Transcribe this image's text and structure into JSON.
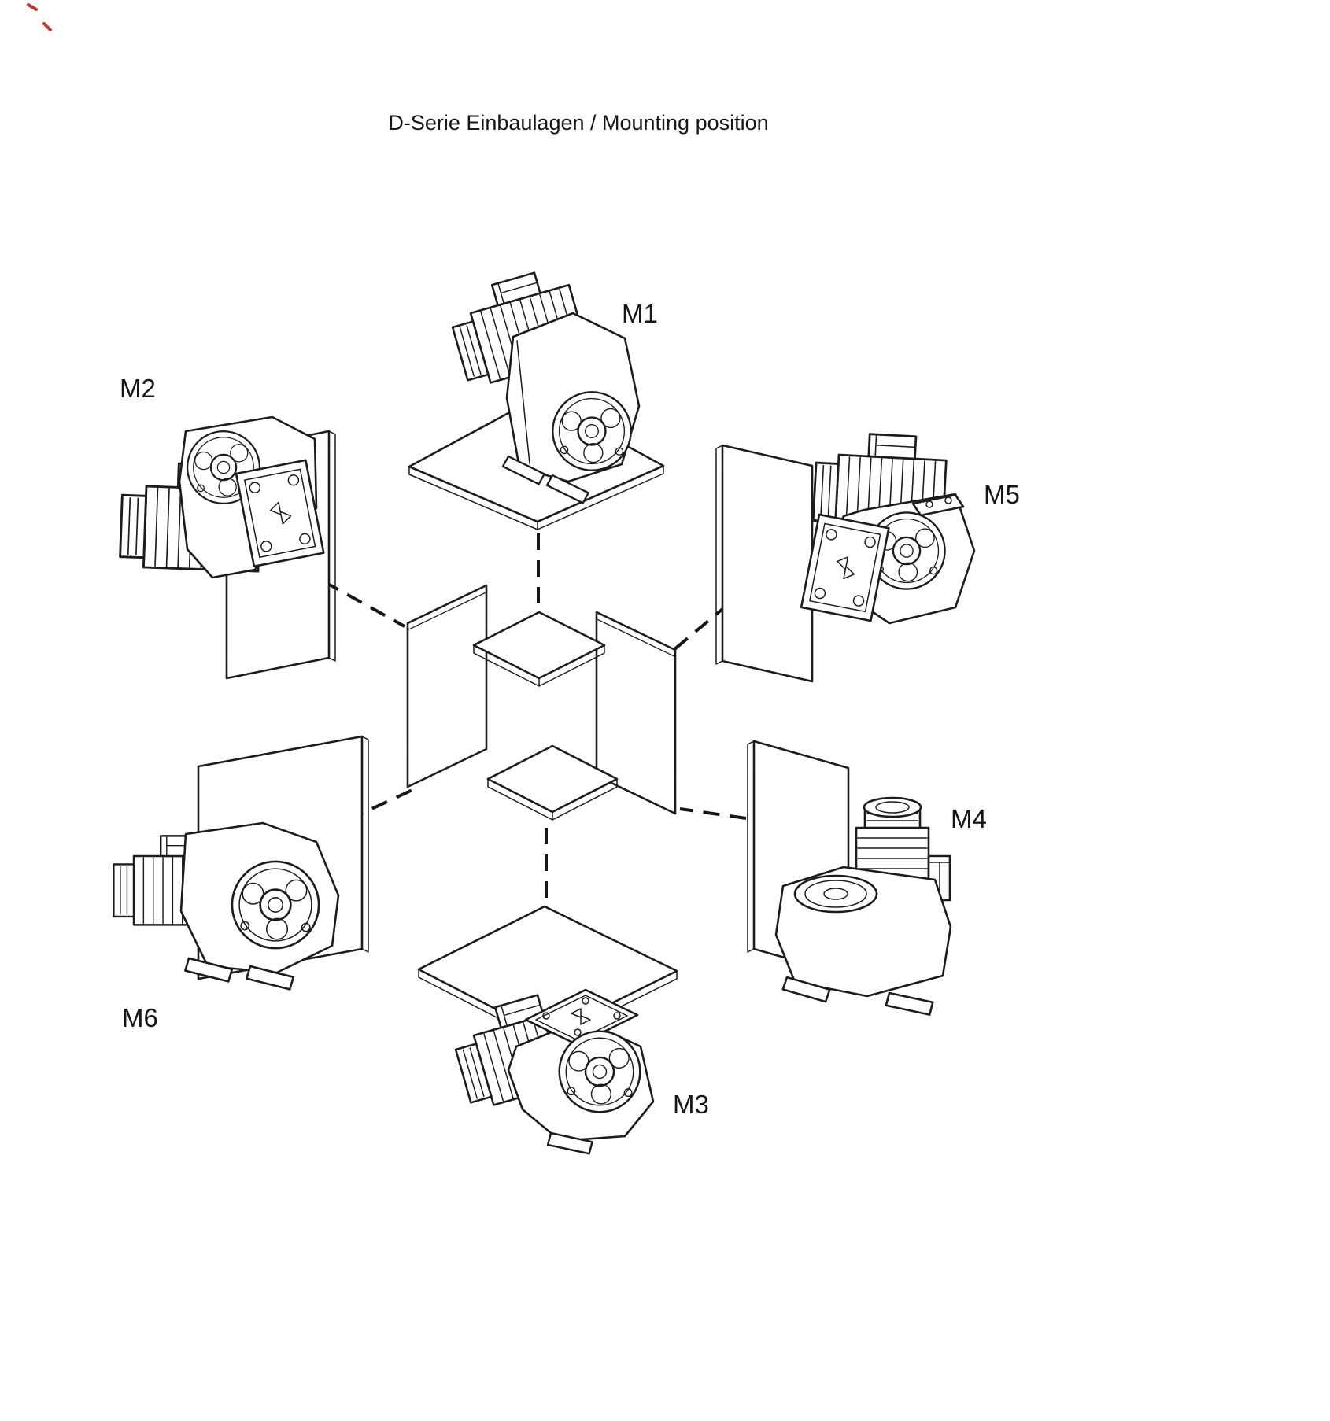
{
  "title": "D-Serie Einbaulagen / Mounting position",
  "positions": [
    {
      "id": "M1",
      "label": "M1"
    },
    {
      "id": "M2",
      "label": "M2"
    },
    {
      "id": "M3",
      "label": "M3"
    },
    {
      "id": "M4",
      "label": "M4"
    },
    {
      "id": "M5",
      "label": "M5"
    },
    {
      "id": "M6",
      "label": "M6"
    }
  ],
  "colors": {
    "line": "#1c1c1c",
    "background": "#ffffff",
    "artifact": "#c0392b"
  }
}
